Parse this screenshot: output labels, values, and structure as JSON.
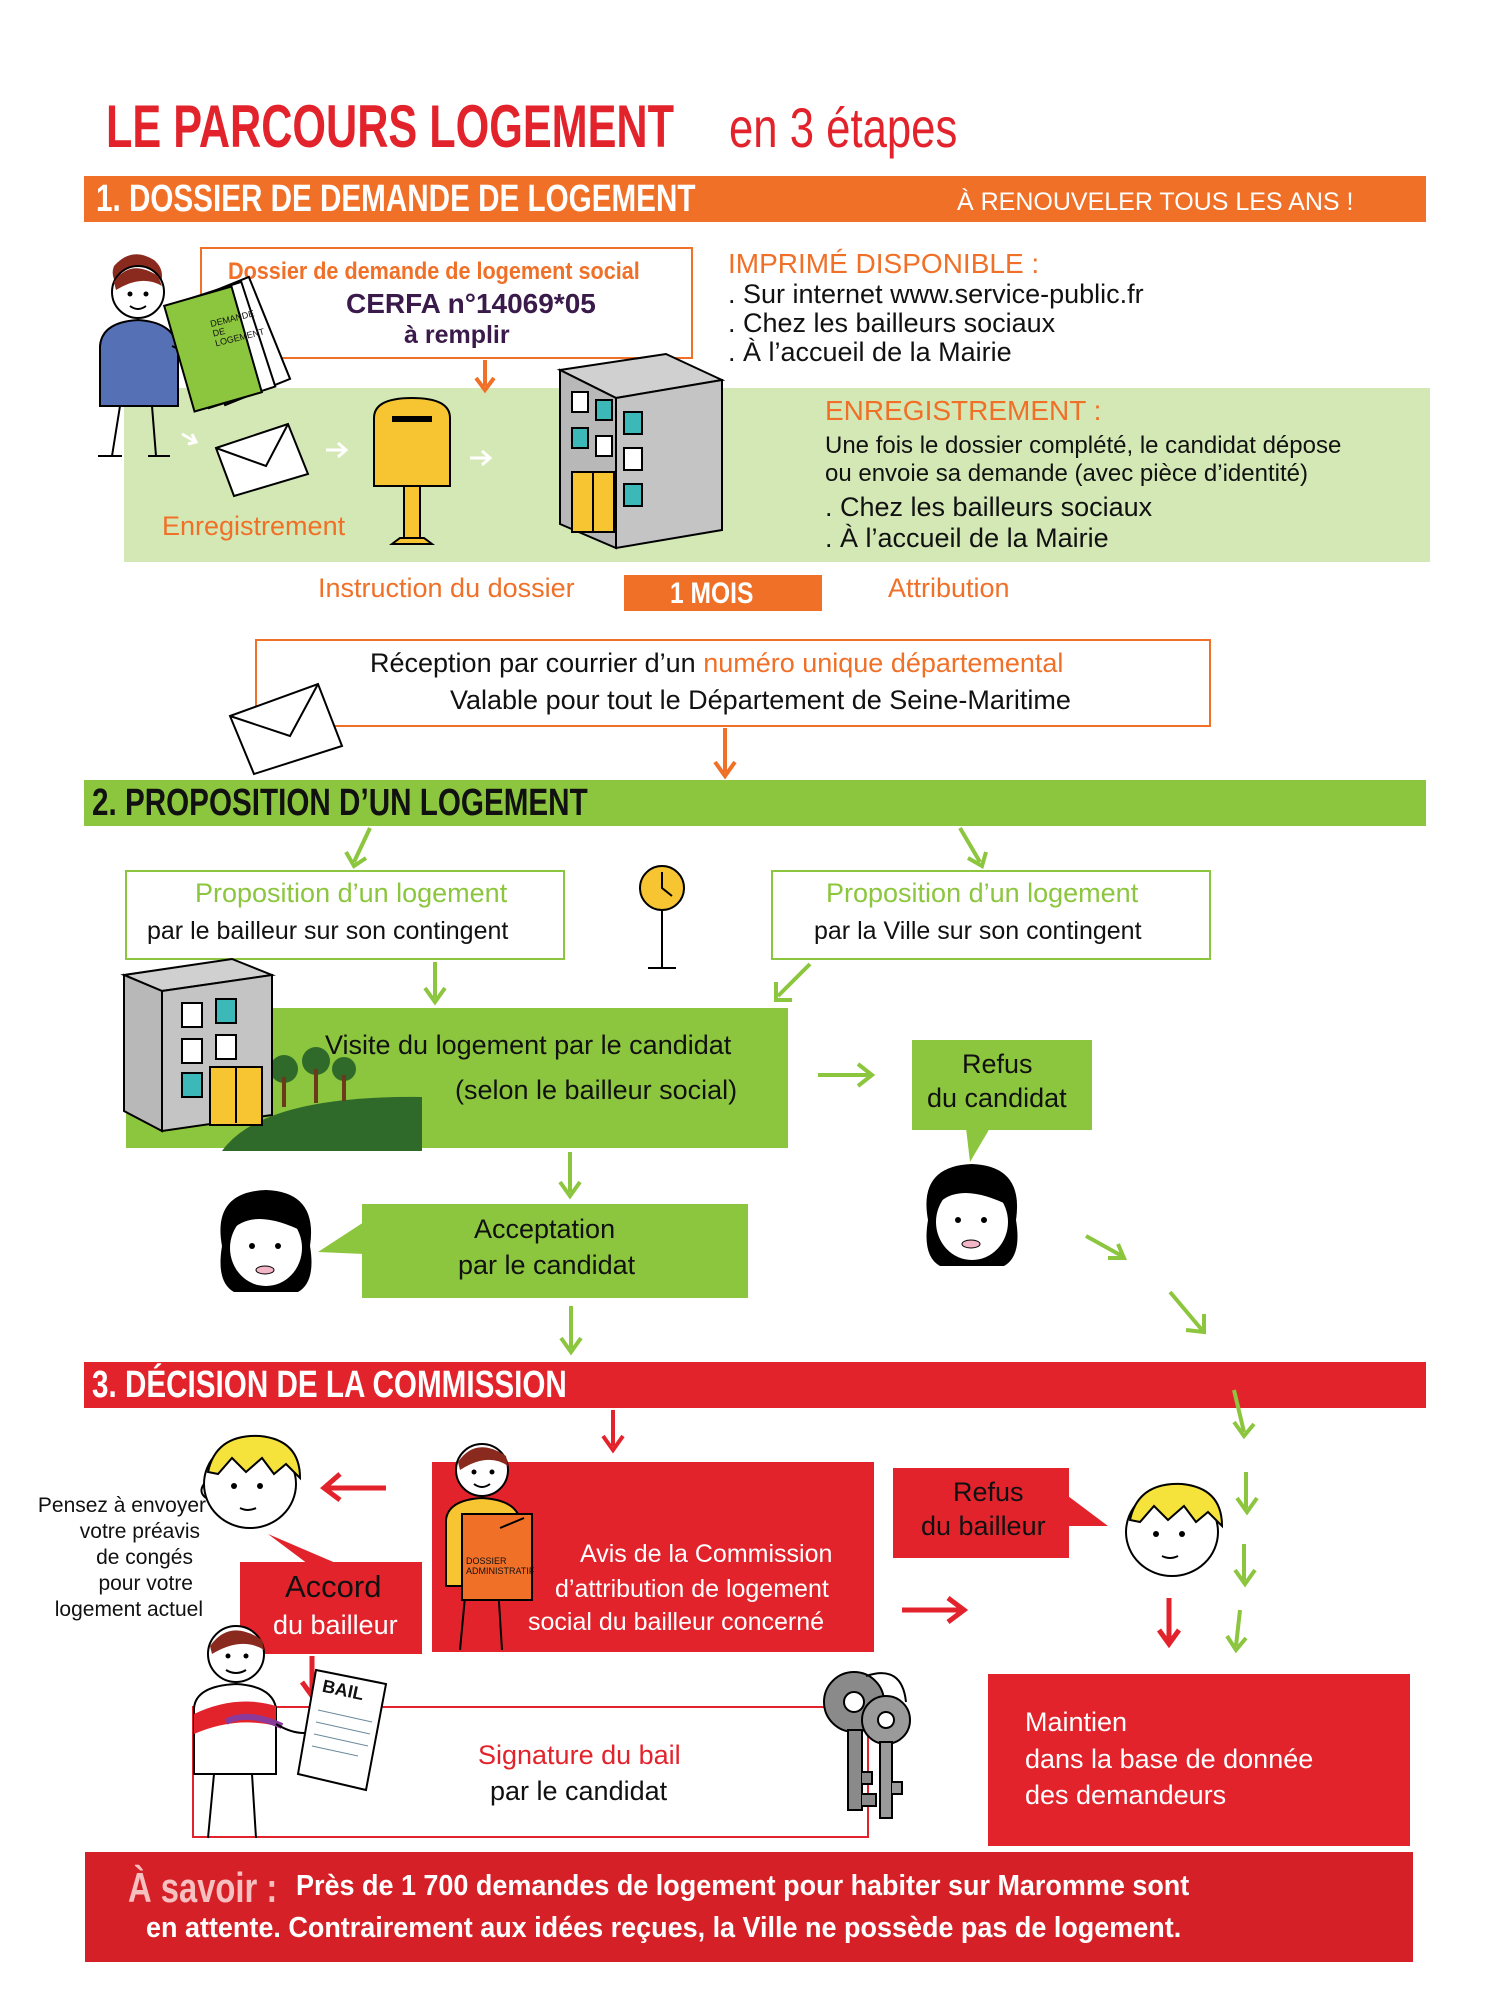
{
  "title": {
    "main": "LE PARCOURS LOGEMENT",
    "suffix": "en 3 étapes"
  },
  "colors": {
    "orange": "#f07028",
    "green": "#8cc63e",
    "light_green": "#d4e8b6",
    "red": "#e3232c",
    "dark_red": "#d62027"
  },
  "step1": {
    "header": "1. DOSSIER DE DEMANDE DE LOGEMENT",
    "header_note": "À RENOUVELER TOUS LES ANS !",
    "form_box": {
      "title": "Dossier de demande de logement social",
      "cerfa": "CERFA n°14069*05",
      "action": "à remplir"
    },
    "form_paper_label": "DEMANDE DE LOGEMENT",
    "printed": {
      "title": "IMPRIMÉ DISPONIBLE :",
      "items": [
        ". Sur internet www.service-public.fr",
        ". Chez les bailleurs sociaux",
        ". À l’accueil de la Mairie"
      ]
    },
    "registration": {
      "label": "Enregistrement",
      "title": "ENREGISTREMENT :",
      "text1": "Une fois le dossier complété, le candidat dépose",
      "text2": "ou envoie sa demande (avec pièce d’identité)",
      "items": [
        ". Chez les bailleurs sociaux",
        ". À l’accueil de la Mairie"
      ]
    },
    "instruction": "Instruction du dossier",
    "duration": "1 MOIS",
    "attribution": "Attribution",
    "reception": {
      "prefix": "Réception par courrier d’un ",
      "highlight": "numéro unique départemental",
      "line2": "Valable pour tout le Département de Seine-Maritime"
    }
  },
  "step2": {
    "header": "2. PROPOSITION D’UN LOGEMENT",
    "proposal_bailleur": {
      "title": "Proposition d’un logement",
      "sub": "par le bailleur sur son contingent"
    },
    "proposal_ville": {
      "title": "Proposition d’un logement",
      "sub": "par la Ville sur son contingent"
    },
    "visit": {
      "line1": "Visite du logement par le candidat",
      "line2": "(selon le bailleur social)"
    },
    "refusal": {
      "line1": "Refus",
      "line2": "du candidat"
    },
    "acceptance": {
      "line1": "Acceptation",
      "line2": "par le candidat"
    }
  },
  "step3": {
    "header": "3. DÉCISION DE LA COMMISSION",
    "notice": [
      "Pensez à envoyer",
      "votre préavis",
      "de congés",
      "pour votre",
      "logement actuel"
    ],
    "accord": {
      "line1": "Accord",
      "line2": "du bailleur"
    },
    "commission": {
      "line1": "Avis de la Commission",
      "line2": "d’attribution de logement",
      "line3": "social du bailleur concerné"
    },
    "dossier_label": "DOSSIER ADMINISTRATIF",
    "refus_bailleur": {
      "line1": "Refus",
      "line2": "du bailleur"
    },
    "maintien": {
      "line1": "Maintien",
      "line2": "dans la base de donnée",
      "line3": "des demandeurs"
    },
    "signature": {
      "line1": "Signature du bail",
      "line2": "par le candidat"
    },
    "bail_label": "BAIL"
  },
  "footer": {
    "label": "À savoir :",
    "line1": "Près de 1 700 demandes de logement pour habiter sur Maromme sont",
    "line2": "en attente. Contrairement aux idées reçues, la Ville ne possède pas de logement."
  }
}
